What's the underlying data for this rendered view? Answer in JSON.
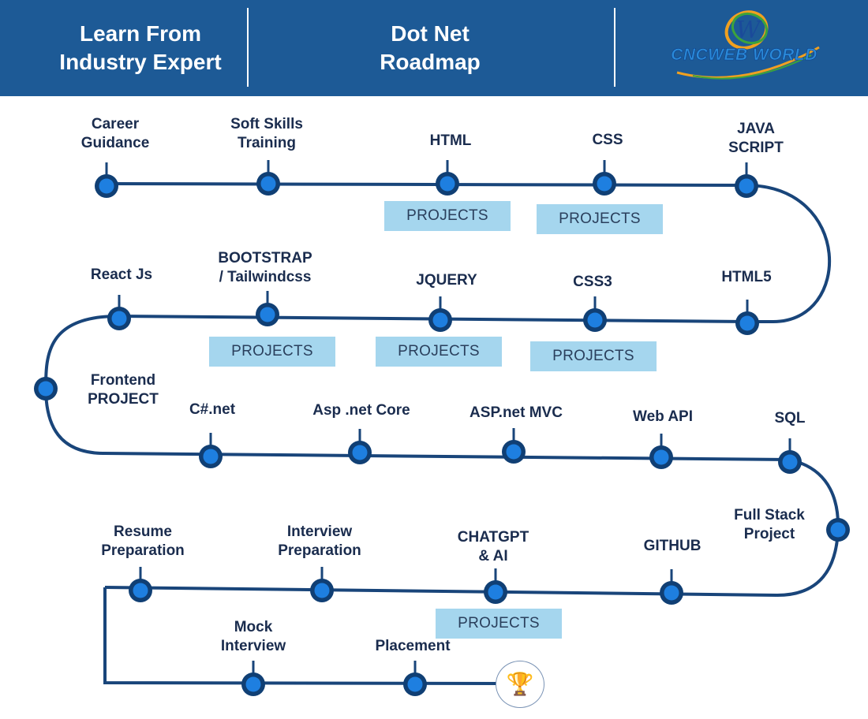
{
  "header": {
    "left_title": "Learn From\nIndustry Expert",
    "center_title": "Dot Net\nRoadmap",
    "logo_text": "CNCWEB WORLD",
    "logo_mark": "W"
  },
  "roadmap": {
    "row1": [
      "Career\nGuidance",
      "Soft Skills\nTraining",
      "HTML",
      "CSS",
      "JAVA\nSCRIPT"
    ],
    "row2": [
      "HTML5",
      "CSS3",
      "JQUERY",
      "BOOTSTRAP\n/ Tailwindcss",
      "React Js"
    ],
    "frontend_project": "Frontend\nPROJECT",
    "row3": [
      "C#.net",
      "Asp .net Core",
      "ASP.net MVC",
      "Web API",
      "SQL"
    ],
    "full_stack_project": "Full Stack\nProject",
    "row4": [
      "GITHUB",
      "CHATGPT\n& AI",
      "Interview\nPreparation",
      "Resume\nPreparation"
    ],
    "row5": [
      "Mock\nInterview",
      "Placement"
    ],
    "projects_label": "PROJECTS",
    "trophy_icon": "🏆"
  },
  "colors": {
    "header_bg": "#1d5a96",
    "node_fill": "#1e7fe0",
    "node_ring": "#103f74",
    "path": "#19457a",
    "projects_bg": "#a5d6ee"
  }
}
